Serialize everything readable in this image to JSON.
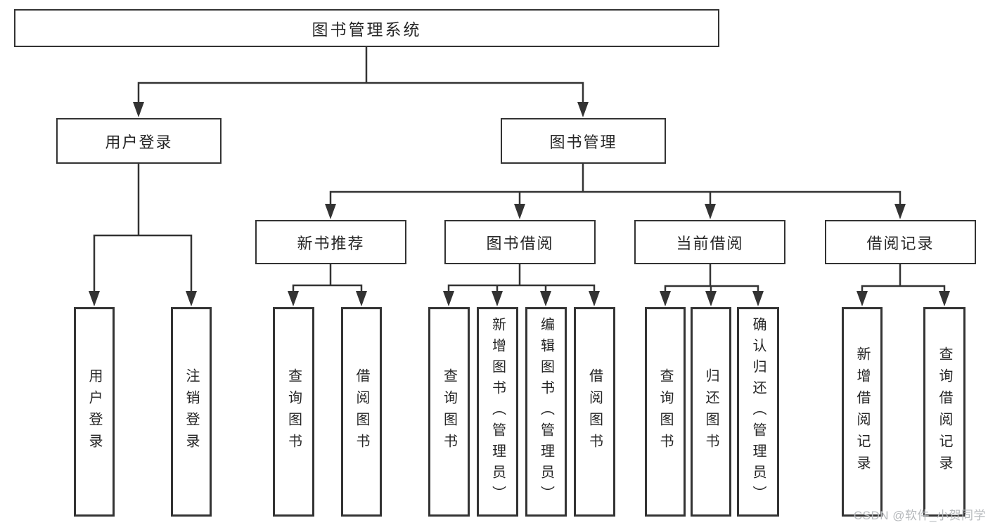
{
  "diagram_title": "图书管理系统",
  "watermark": {
    "text": "CSDN @软件_小贺同学",
    "color": "#b6b9bc"
  },
  "colors": {
    "background": "#ffffff",
    "box_fill": "#ffffff",
    "box_border": "#333333",
    "connector_line": "#333333",
    "arrowhead": "#333333",
    "text": "#262626"
  },
  "nodes": {
    "root": {
      "id": "library-management-system",
      "label": "图书管理系统"
    },
    "level2": [
      {
        "id": "user-login",
        "label": "用户登录",
        "parent": "library-management-system"
      },
      {
        "id": "book-management",
        "label": "图书管理",
        "parent": "library-management-system"
      }
    ],
    "level3": [
      {
        "id": "new-book-recommendation",
        "label": "新书推荐",
        "parent": "book-management"
      },
      {
        "id": "book-borrowing",
        "label": "图书借阅",
        "parent": "book-management"
      },
      {
        "id": "current-borrowing",
        "label": "当前借阅",
        "parent": "book-management"
      },
      {
        "id": "borrowing-records",
        "label": "借阅记录",
        "parent": "book-management"
      }
    ],
    "leaves": [
      {
        "id": "user-login-action",
        "label": "用户登录",
        "parent": "user-login"
      },
      {
        "id": "logout-action",
        "label": "注销登录",
        "parent": "user-login"
      },
      {
        "id": "query-books-recommend",
        "label": "查询图书",
        "parent": "new-book-recommendation"
      },
      {
        "id": "borrow-books-recommend",
        "label": "借阅图书",
        "parent": "new-book-recommendation"
      },
      {
        "id": "query-books-borrowing",
        "label": "查询图书",
        "parent": "book-borrowing"
      },
      {
        "id": "add-books-admin",
        "label": "新增图书（管理员）",
        "parent": "book-borrowing"
      },
      {
        "id": "edit-books-admin",
        "label": "编辑图书（管理员）",
        "parent": "book-borrowing"
      },
      {
        "id": "borrow-books-borrowing",
        "label": "借阅图书",
        "parent": "book-borrowing"
      },
      {
        "id": "query-books-current",
        "label": "查询图书",
        "parent": "current-borrowing"
      },
      {
        "id": "return-books",
        "label": "归还图书",
        "parent": "current-borrowing"
      },
      {
        "id": "confirm-return-admin",
        "label": "确认归还（管理员）",
        "parent": "current-borrowing"
      },
      {
        "id": "add-borrow-record",
        "label": "新增借阅记录",
        "parent": "borrowing-records"
      },
      {
        "id": "query-borrow-record",
        "label": "查询借阅记录",
        "parent": "borrowing-records"
      }
    ]
  }
}
